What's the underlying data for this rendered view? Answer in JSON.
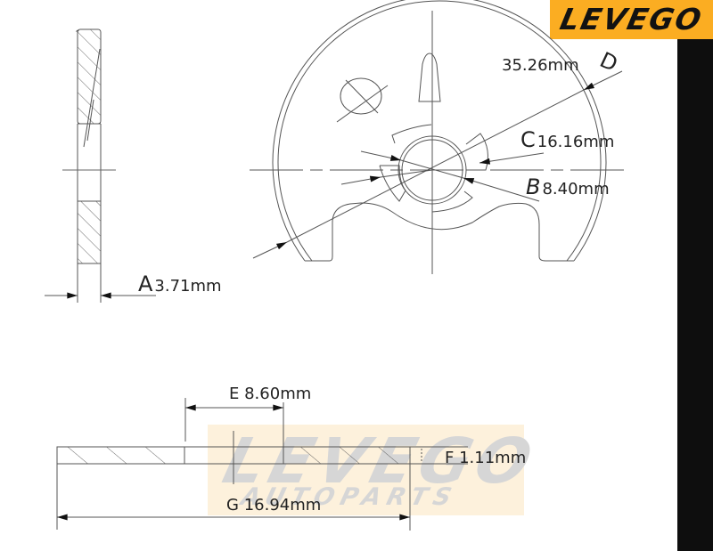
{
  "brand": {
    "logo_text": "LEVEGO",
    "watermark_main": "LEVEGO",
    "watermark_sub": "AUTOPARTS",
    "colors": {
      "logo_bg": "#fbad22",
      "logo_text": "#121212",
      "watermark_bg": "#fdf1dc",
      "watermark_text": "#d6d6d6",
      "side_bar": "#0e0e0e",
      "line": "#4a4a4a"
    }
  },
  "dimensions": {
    "A": {
      "letter": "A",
      "value": "3.71mm",
      "description": "thickness (side view)"
    },
    "B": {
      "letter": "B",
      "value": "8.40mm",
      "description": "inner bore diameter"
    },
    "C": {
      "letter": "C",
      "value": "16.16mm",
      "description": "tab outer diameter"
    },
    "D": {
      "letter": "D",
      "value": "35.26mm",
      "description": "outer diameter"
    },
    "E": {
      "letter": "E",
      "value": "8.60mm",
      "description": "step offset (bottom view)"
    },
    "F": {
      "letter": "F",
      "value": "1.11mm",
      "description": "plate thickness (bottom view)"
    },
    "G": {
      "letter": "G",
      "value": "16.94mm",
      "description": "overall length (bottom view)"
    }
  },
  "views": [
    "side-section-view",
    "front-view",
    "bottom-section-view"
  ]
}
